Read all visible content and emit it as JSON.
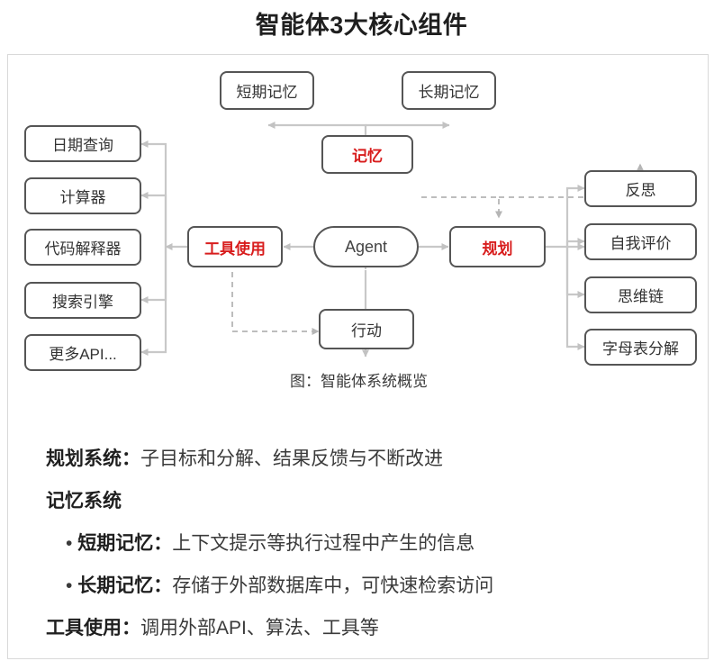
{
  "page": {
    "title": "智能体3大核心组件",
    "caption": "图：智能体系统概览"
  },
  "diagram": {
    "nodes": {
      "short_term_memory": "短期记忆",
      "long_term_memory": "长期记忆",
      "memory": "记忆",
      "tool_use": "工具使用",
      "agent": "Agent",
      "planning": "规划",
      "action": "行动",
      "date_query": "日期查询",
      "calculator": "计算器",
      "code_interpreter": "代码解释器",
      "search_engine": "搜索引擎",
      "more_api": "更多API...",
      "reflection": "反思",
      "self_evaluation": "自我评价",
      "chain_of_thought": "思维链",
      "subgoal_decomposition": "字母表分解"
    },
    "colors": {
      "highlight_text": "#d81d1d",
      "node_border": "#555555",
      "edge": "#c8c8c8",
      "card_border": "#d9d9d9"
    }
  },
  "summary": {
    "planning": {
      "lead": "规划系统：",
      "body": "子目标和分解、结果反馈与不断改进"
    },
    "memory_heading": "记忆系统",
    "bullets": [
      {
        "marker": "•",
        "lead": "短期记忆：",
        "body": "上下文提示等执行过程中产生的信息"
      },
      {
        "marker": "•",
        "lead": "长期记忆：",
        "body": "存储于外部数据库中，可快速检索访问"
      }
    ],
    "tools": {
      "lead": "工具使用：",
      "body": "调用外部API、算法、工具等"
    }
  }
}
